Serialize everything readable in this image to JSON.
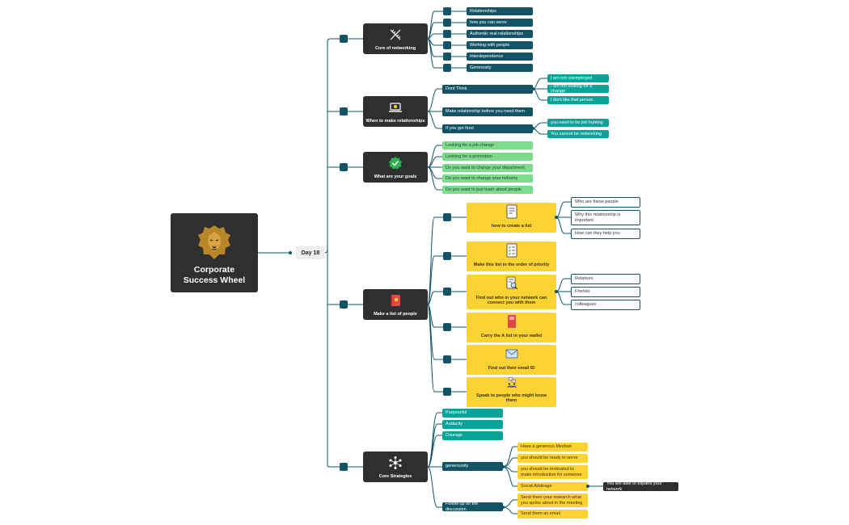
{
  "root": {
    "title_line1": "Corporate",
    "title_line2": "Success Wheel",
    "icon": "lion-icon",
    "bg": "#2f2f2f"
  },
  "day": {
    "label": "Day 18"
  },
  "colors": {
    "teal": "#0aa39a",
    "dark_teal": "#125466",
    "light_green": "#7ddc8c",
    "yellow": "#fcd333",
    "dark": "#2f2f2f"
  },
  "branches": {
    "core_networking": {
      "label": "Core of networking",
      "icon": "dna-icon",
      "items": [
        "Relationships",
        "how you can serve",
        "Authentic real relationships",
        "Working with people",
        "Interdependence",
        "Generosity"
      ]
    },
    "when_relationships": {
      "label": "When to make relationships",
      "icon": "laptop-icon",
      "dont_think": {
        "label": "Dont Think",
        "items": [
          "I am not unemployed",
          "I am not looking for a change",
          "I dont like that person"
        ]
      },
      "before": {
        "label": "Make relationship before you need them"
      },
      "fired": {
        "label": "If you get fired",
        "items": [
          "you need to be job hunting",
          "You cannot be networking"
        ]
      }
    },
    "goals": {
      "label": "What are your goals",
      "icon": "check-badge-icon",
      "items": [
        "Looking for a job change",
        "Looking for a promotion",
        "Do you want to change your department",
        "Do you want to change your industry",
        "Do you want to just learn about people"
      ]
    },
    "list_people": {
      "label": "Make a list of people",
      "icon": "notebook-icon",
      "cards": [
        {
          "label": "how to create a list",
          "icon": "document-icon",
          "children": [
            "Who are these people",
            "Why this relationship is important",
            "How can they help you"
          ]
        },
        {
          "label": "Make this list in the order of priority",
          "icon": "checklist-icon"
        },
        {
          "label": "Find out who in your network can connect you with them",
          "icon": "search-document-icon",
          "children": [
            "Relatives",
            "Friends",
            "colleagues"
          ]
        },
        {
          "label": "Carry the A list in your wallet",
          "icon": "wallet-icon"
        },
        {
          "label": "Find out their email ID",
          "icon": "mail-icon"
        },
        {
          "label": "Speak to people who might know them",
          "icon": "chat-people-icon"
        }
      ]
    },
    "core_strategies": {
      "label": "Core Strategies",
      "icon": "network-icon",
      "traits": [
        "Purposeful",
        "Audacity",
        "Courage"
      ],
      "generousity": {
        "label": "generousity",
        "items": [
          "Have a generous Mindset",
          "you should be ready to serve",
          "you should be motivated to make introduction for someone",
          "Social Arbitrage"
        ],
        "arbitrage_note": "You are able to expand your network"
      },
      "follow_up": {
        "label": "Follow up on the discussion",
        "items": [
          "Send them your research what you spoke about in the meeting",
          "Send them an email"
        ]
      }
    }
  }
}
